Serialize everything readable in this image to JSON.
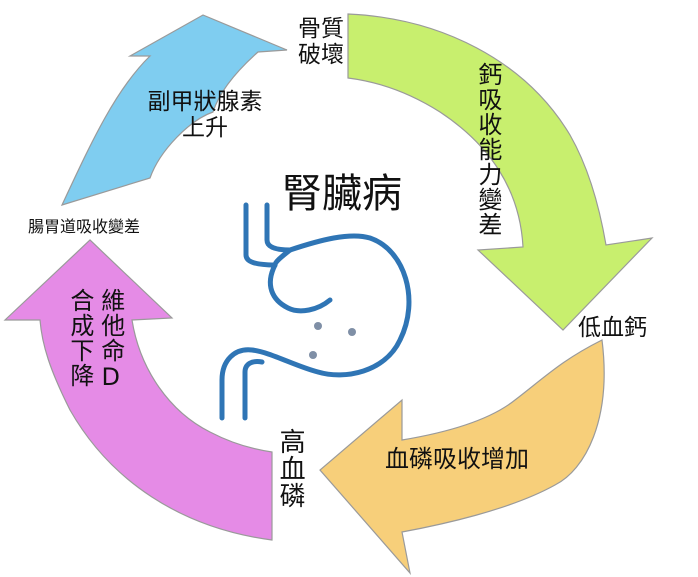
{
  "center": {
    "title": "腎臟病",
    "icon": "stomach-kidney-icon"
  },
  "steps": {
    "pth_up": {
      "line1": "副甲狀腺素",
      "line2": "上升"
    },
    "bone": {
      "line1": "骨質",
      "line2": "破壞"
    },
    "calcium_absorb": {
      "text": "鈣吸收能力變差"
    },
    "low_calcium": {
      "text": "低血鈣"
    },
    "phosphate_absorb": {
      "text": "血磷吸收增加"
    },
    "high_phosphate": {
      "text": "高血磷"
    },
    "vitd": {
      "col1": "維他命D",
      "col2": "合成下降"
    },
    "gut": {
      "text": "腸胃道吸收變差"
    }
  },
  "colors": {
    "blue_arrow": "#7fcdf0",
    "green_arrow": "#c8ef6e",
    "orange_arrow": "#f7cf7a",
    "magenta_arrow": "#e58be6",
    "icon_stroke": "#2f75b5"
  }
}
